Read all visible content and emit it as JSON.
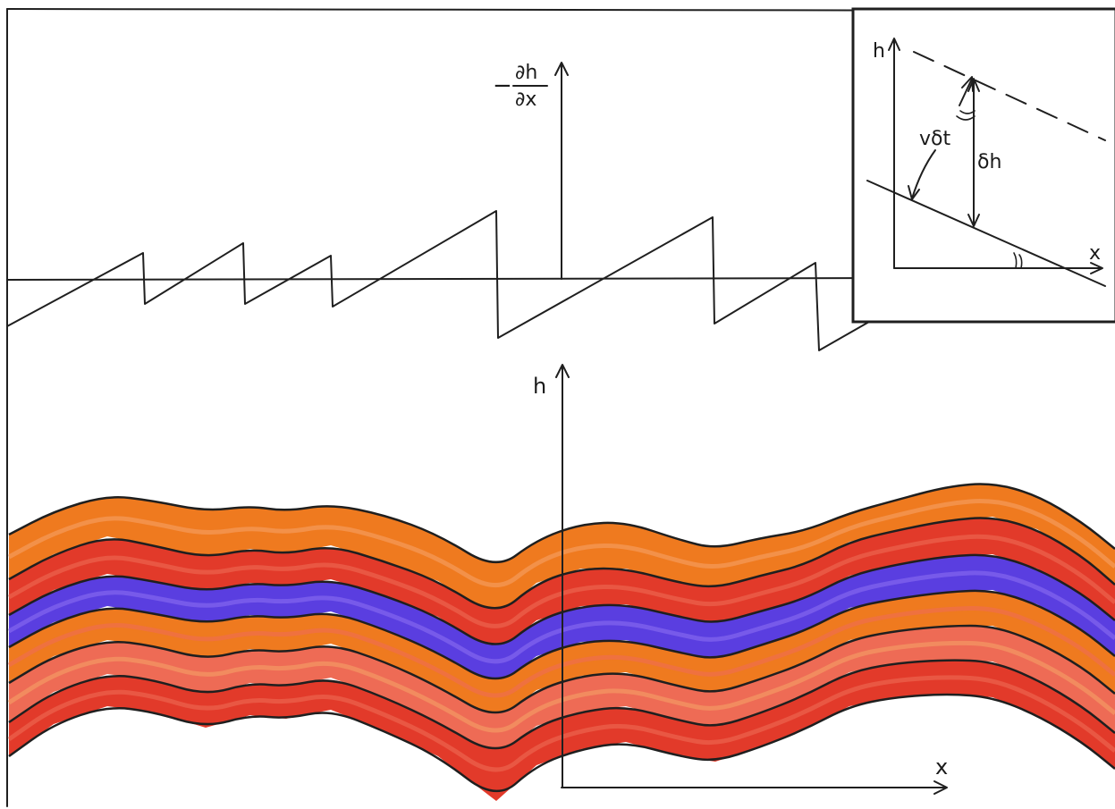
{
  "colors": {
    "ink": "#1f1f1f",
    "paper": "#ffffff",
    "orange": "#ef7a1f",
    "orange_light": "#f5a065",
    "red": "#e23a2a",
    "red_light": "#ee6b55",
    "purple": "#5a3ee0",
    "purple_light": "#8a6ef0"
  },
  "top_plot": {
    "y_label_sign": "−",
    "y_label_numerator": "∂h",
    "y_label_denominator": "∂x"
  },
  "inset": {
    "y_label": "h",
    "x_label": "x",
    "velocity_label": "vδt",
    "height_change_label": "δh"
  },
  "bottom_plot": {
    "y_label": "h",
    "x_label": "x"
  }
}
